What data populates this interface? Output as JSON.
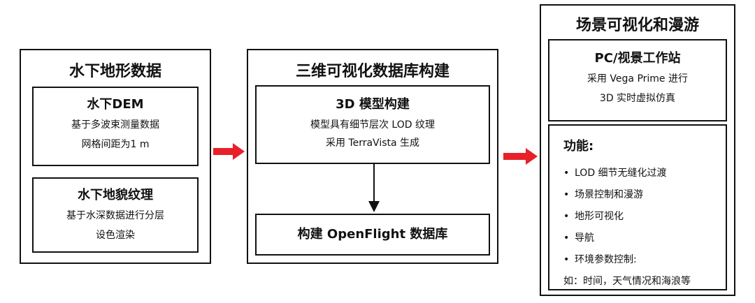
{
  "left_panel": {
    "title": "水下地形数据",
    "dem": {
      "title": "水下DEM",
      "line1": "基于多波束测量数据",
      "line2": "网格间距为1 m"
    },
    "texture": {
      "title": "水下地貌纹理",
      "line1": "基于水深数据进行分层",
      "line2": "设色渲染"
    }
  },
  "middle_panel": {
    "title": "三维可视化数据库构建",
    "model": {
      "title": "3D 模型构建",
      "line1": "模型具有细节层次 LOD 纹理",
      "line2": "采用 TerraVista 生成"
    },
    "database": {
      "title": "构建 OpenFlight 数据库"
    }
  },
  "right_panel": {
    "title": "场景可视化和漫游",
    "workstation": {
      "title": "PC/视景工作站",
      "line1": "采用 Vega Prime 进行",
      "line2": "3D 实时虚拟仿真"
    },
    "features": {
      "title": "功能:",
      "bullet": "•",
      "items": [
        "LOD 细节无缝化过渡",
        "场景控制和漫游",
        "地形可视化",
        "导航",
        "环境参数控制:"
      ],
      "note": "如：时间，天气情况和海浪等"
    }
  },
  "colors": {
    "flow_arrow": "#e8202a",
    "border": "#111111"
  }
}
